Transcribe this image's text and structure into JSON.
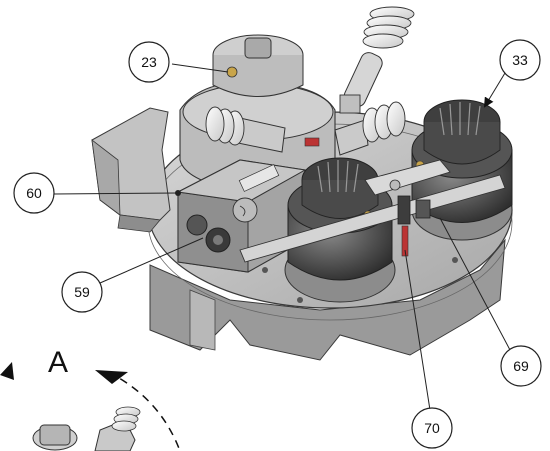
{
  "diagram": {
    "callouts": {
      "c23": "23",
      "c33": "33",
      "c60": "60",
      "c59": "59",
      "c69": "69",
      "c70": "70"
    },
    "view_label": "A",
    "colors": {
      "housing": "#bdbdbd",
      "housing_dark": "#8f8f8f",
      "metal_light": "#e2e2e2",
      "motor_dark": "#4a4a4a",
      "accent_brass": "#c9a54a",
      "accent_red": "#b33",
      "line": "#222222"
    }
  }
}
